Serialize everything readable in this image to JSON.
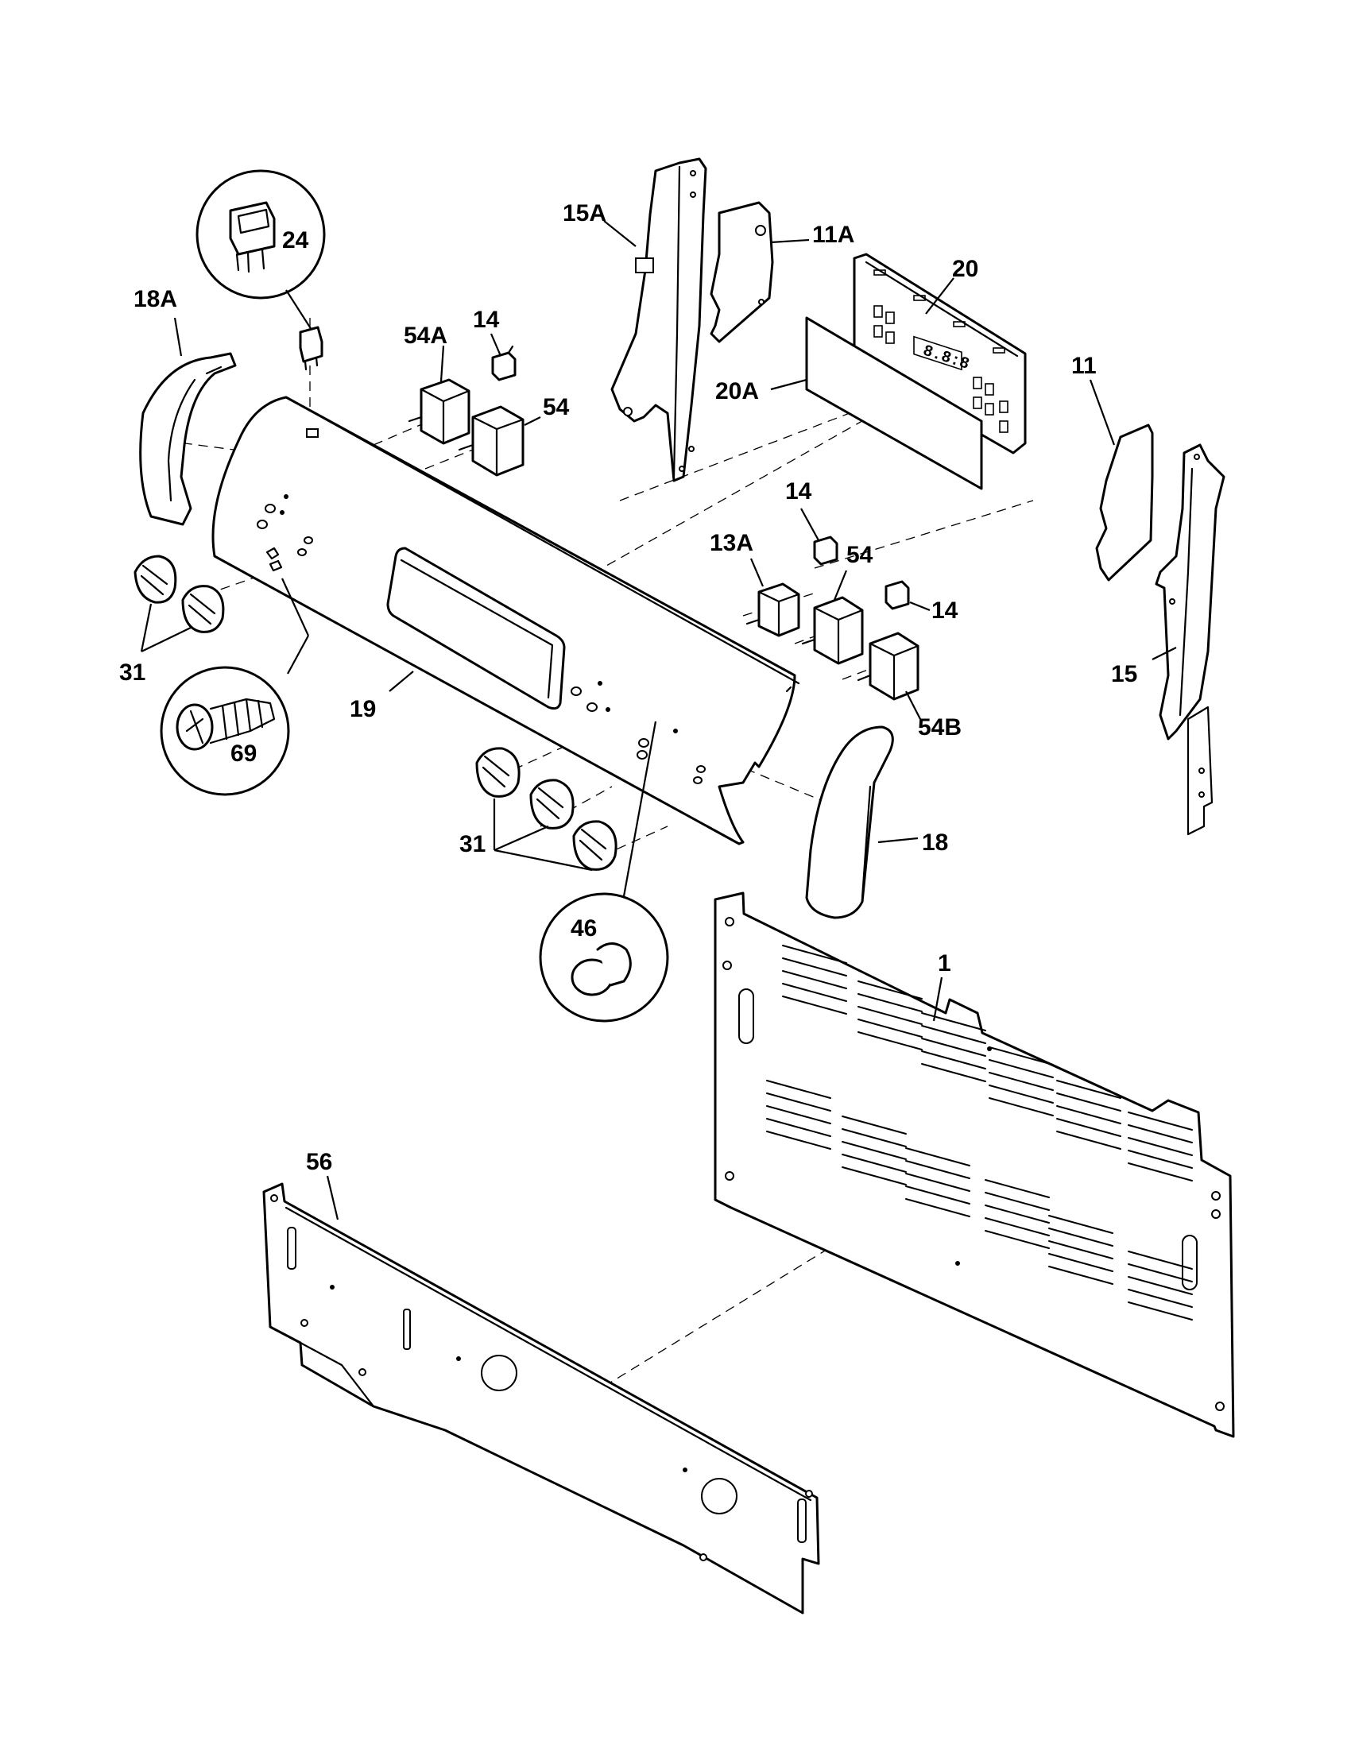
{
  "diagram": {
    "callouts": {
      "c_18a": "18A",
      "c_24": "24",
      "c_54a": "54A",
      "c_14_top": "14",
      "c_54_top": "54",
      "c_15a": "15A",
      "c_11a": "11A",
      "c_20": "20",
      "c_20a": "20A",
      "c_11": "11",
      "c_15": "15",
      "c_14_mid": "14",
      "c_13a": "13A",
      "c_54_mid": "54",
      "c_14_right": "14",
      "c_54b": "54B",
      "c_31_left": "31",
      "c_69": "69",
      "c_19": "19",
      "c_18": "18",
      "c_31_bottom": "31",
      "c_46": "46",
      "c_1": "1",
      "c_56": "56"
    }
  }
}
